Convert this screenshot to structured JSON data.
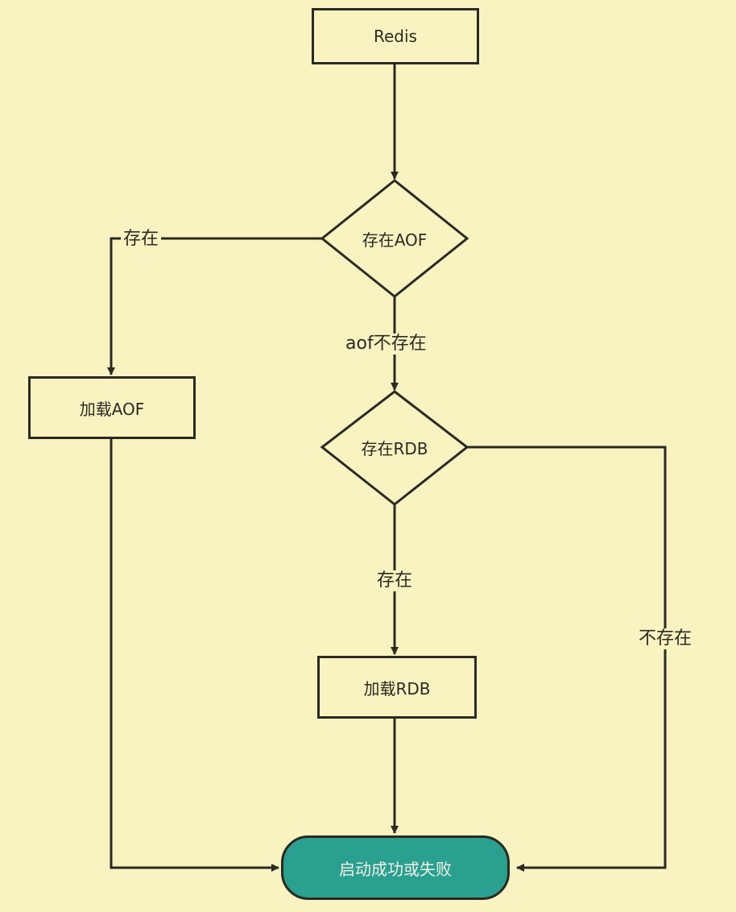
{
  "nodes": {
    "start": "Redis",
    "check_aof": "存在AOF",
    "load_aof": "加载AOF",
    "check_rdb": "存在RDB",
    "load_rdb": "加载RDB",
    "end": "启动成功或失败"
  },
  "edge_labels": {
    "aof_exists": "存在",
    "aof_missing": "aof不存在",
    "rdb_exists": "存在",
    "rdb_missing": "不存在"
  },
  "colors": {
    "background": "#f8f3c0",
    "stroke": "#2a2a22",
    "terminal_fill": "#2aa090"
  }
}
